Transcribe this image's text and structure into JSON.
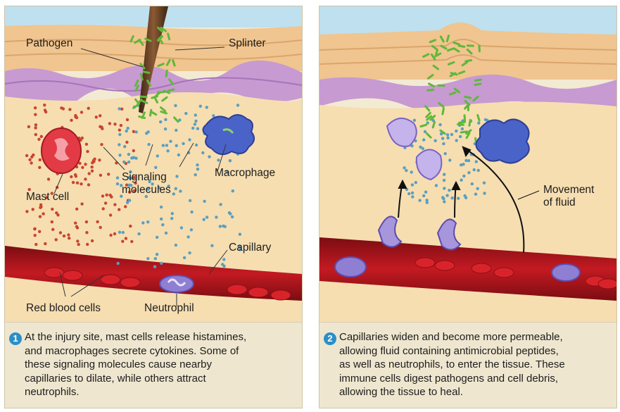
{
  "panel1": {
    "labels": {
      "pathogen": "Pathogen",
      "splinter": "Splinter",
      "mast_cell": "Mast cell",
      "signaling_molecules": "Signaling\nmolecules",
      "macrophage": "Macrophage",
      "capillary": "Capillary",
      "red_blood_cells": "Red blood cells",
      "neutrophil": "Neutrophil"
    },
    "step": "1",
    "caption": "At the injury site, mast cells release histamines,\nand macrophages secrete cytokines. Some of\nthese signaling molecules cause nearby\ncapillaries to dilate, while others attract\nneutrophils."
  },
  "panel2": {
    "labels": {
      "movement_of_fluid": "Movement\nof fluid"
    },
    "step": "2",
    "caption": "Capillaries widen and become more permeable,\nallowing fluid containing antimicrobial peptides,\nas well as neutrophils, to enter the tissue. These\nimmune cells digest pathogens and cell debris,\nallowing the tissue to heal."
  },
  "colors": {
    "sky": "#bfe0ee",
    "skin": "#f0c58f",
    "epidermis_purple": "#c79ad2",
    "tissue": "#f6deb1",
    "vessel": "#b5161e",
    "red_cell": "#d9232a",
    "neutrophil": "#8f7fd2",
    "pathogen": "#5fb83a",
    "signal_red": "#c9452e",
    "signal_blue": "#5a9fc0",
    "step_badge": "#2a8fc9"
  }
}
